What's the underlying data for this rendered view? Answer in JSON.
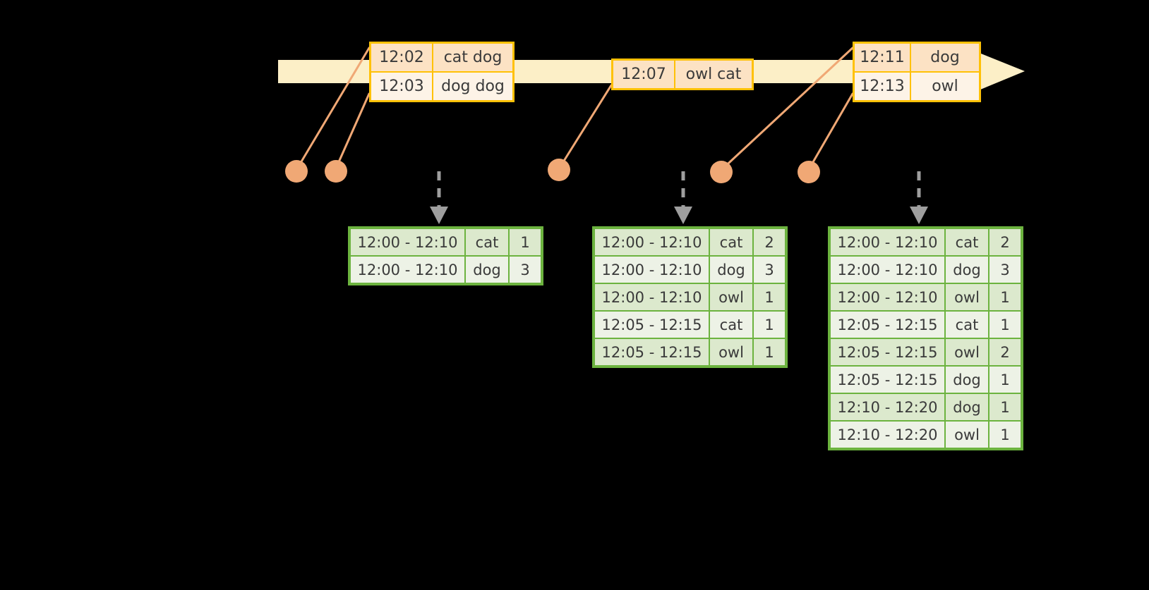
{
  "colors": {
    "background": "#000000",
    "timeline_fill": "#FCEFC7",
    "event_border": "#FFC107",
    "event_fill_a": "#FCE2C4",
    "event_fill_b": "#FDF3E7",
    "dot": "#F0A875",
    "connector": "#F0A875",
    "arrow": "#9E9E9E",
    "table_border": "#6CB33F",
    "table_fill_a": "#DCE9CD",
    "table_fill_b": "#EDF2E6"
  },
  "timeline": {
    "name": "event-stream-timeline",
    "direction": "left-to-right",
    "arrowhead": true
  },
  "events": [
    {
      "name": "event-group-1",
      "rows": [
        {
          "time": "12:02",
          "payload": "cat dog"
        },
        {
          "time": "12:03",
          "payload": "dog dog"
        }
      ]
    },
    {
      "name": "event-group-2",
      "rows": [
        {
          "time": "12:07",
          "payload": "owl cat"
        }
      ]
    },
    {
      "name": "event-group-3",
      "rows": [
        {
          "time": "12:11",
          "payload": "dog"
        },
        {
          "time": "12:13",
          "payload": "owl"
        }
      ]
    }
  ],
  "markers": [
    {
      "name": "processing-dot-1"
    },
    {
      "name": "processing-dot-2"
    },
    {
      "name": "processing-dot-3"
    },
    {
      "name": "processing-dot-4"
    },
    {
      "name": "processing-dot-5"
    }
  ],
  "results": [
    {
      "name": "result-table-1",
      "rows": [
        {
          "window": "12:00 - 12:10",
          "key": "cat",
          "count": "1"
        },
        {
          "window": "12:00 - 12:10",
          "key": "dog",
          "count": "3"
        }
      ]
    },
    {
      "name": "result-table-2",
      "rows": [
        {
          "window": "12:00 - 12:10",
          "key": "cat",
          "count": "2"
        },
        {
          "window": "12:00 - 12:10",
          "key": "dog",
          "count": "3"
        },
        {
          "window": "12:00 - 12:10",
          "key": "owl",
          "count": "1"
        },
        {
          "window": "12:05 - 12:15",
          "key": "cat",
          "count": "1"
        },
        {
          "window": "12:05 - 12:15",
          "key": "owl",
          "count": "1"
        }
      ]
    },
    {
      "name": "result-table-3",
      "rows": [
        {
          "window": "12:00 - 12:10",
          "key": "cat",
          "count": "2"
        },
        {
          "window": "12:00 - 12:10",
          "key": "dog",
          "count": "3"
        },
        {
          "window": "12:00 - 12:10",
          "key": "owl",
          "count": "1"
        },
        {
          "window": "12:05 - 12:15",
          "key": "cat",
          "count": "1"
        },
        {
          "window": "12:05 - 12:15",
          "key": "owl",
          "count": "2"
        },
        {
          "window": "12:05 - 12:15",
          "key": "dog",
          "count": "1"
        },
        {
          "window": "12:10 - 12:20",
          "key": "dog",
          "count": "1"
        },
        {
          "window": "12:10 - 12:20",
          "key": "owl",
          "count": "1"
        }
      ]
    }
  ]
}
